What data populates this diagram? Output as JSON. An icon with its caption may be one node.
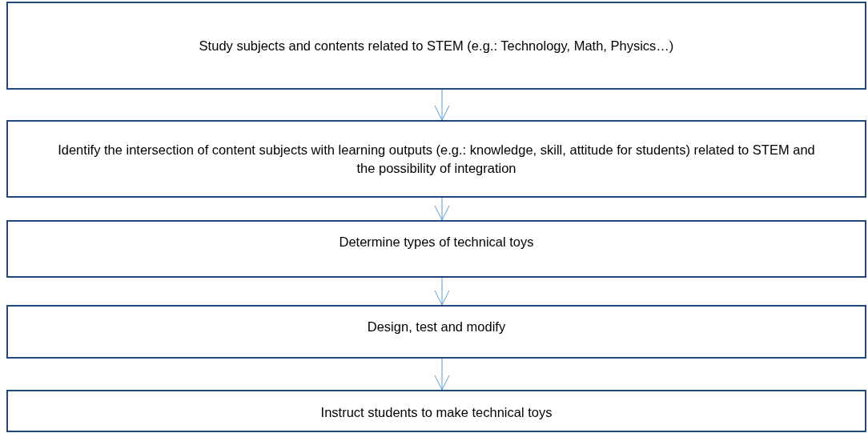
{
  "diagram": {
    "nodes": [
      {
        "text": [
          "Study subjects and contents related to STEM (e.g.: Technology, Math, Physics…)"
        ]
      },
      {
        "text": [
          "Identify the intersection of content subjects with learning outputs (e.g.: knowledge, skill, attitude for students) related to STEM and the possibility of integration"
        ]
      },
      {
        "text": [
          "Determine types of technical toys"
        ]
      },
      {
        "text": [
          "Design, test and modify"
        ]
      },
      {
        "text": [
          "Instruct students to make technical toys"
        ]
      }
    ],
    "edges": [
      {
        "from": 0,
        "to": 1,
        "arrow": "to"
      },
      {
        "from": 1,
        "to": 2,
        "arrow": "to"
      },
      {
        "from": 2,
        "to": 3,
        "arrow": "to"
      },
      {
        "from": 3,
        "to": 4,
        "arrow": "to"
      }
    ]
  }
}
